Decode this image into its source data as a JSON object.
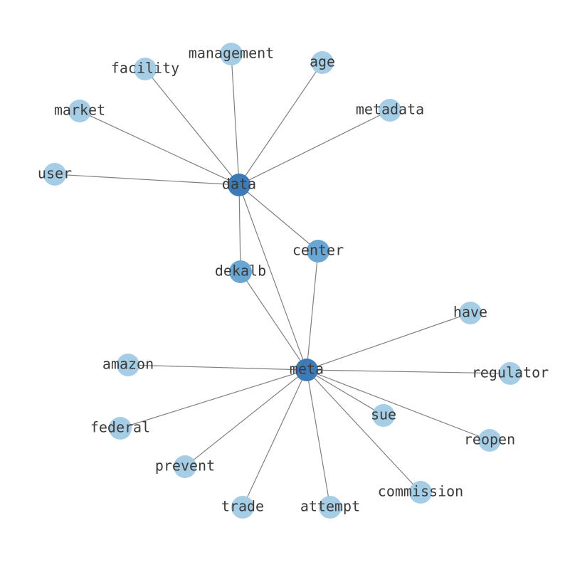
{
  "graph": {
    "colors": {
      "hub": "#3d7ab8",
      "mid": "#6aa6d3",
      "leaf": "#a6cde6",
      "edge": "#808080",
      "label": "#3a3a3a"
    },
    "nodes": [
      {
        "id": "data",
        "label": "data",
        "tier": "hub"
      },
      {
        "id": "meta",
        "label": "meta",
        "tier": "hub"
      },
      {
        "id": "center",
        "label": "center",
        "tier": "mid"
      },
      {
        "id": "dekalb",
        "label": "dekalb",
        "tier": "mid"
      },
      {
        "id": "management",
        "label": "management",
        "tier": "leaf"
      },
      {
        "id": "age",
        "label": "age",
        "tier": "leaf"
      },
      {
        "id": "facility",
        "label": "facility",
        "tier": "leaf"
      },
      {
        "id": "market",
        "label": "market",
        "tier": "leaf"
      },
      {
        "id": "metadata",
        "label": "metadata",
        "tier": "leaf"
      },
      {
        "id": "user",
        "label": "user",
        "tier": "leaf"
      },
      {
        "id": "have",
        "label": "have",
        "tier": "leaf"
      },
      {
        "id": "amazon",
        "label": "amazon",
        "tier": "leaf"
      },
      {
        "id": "regulator",
        "label": "regulator",
        "tier": "leaf"
      },
      {
        "id": "sue",
        "label": "sue",
        "tier": "leaf"
      },
      {
        "id": "federal",
        "label": "federal",
        "tier": "leaf"
      },
      {
        "id": "reopen",
        "label": "reopen",
        "tier": "leaf"
      },
      {
        "id": "prevent",
        "label": "prevent",
        "tier": "leaf"
      },
      {
        "id": "commission",
        "label": "commission",
        "tier": "leaf"
      },
      {
        "id": "trade",
        "label": "trade",
        "tier": "leaf"
      },
      {
        "id": "attempt",
        "label": "attempt",
        "tier": "leaf"
      }
    ],
    "edges": [
      [
        "data",
        "management"
      ],
      [
        "data",
        "age"
      ],
      [
        "data",
        "facility"
      ],
      [
        "data",
        "market"
      ],
      [
        "data",
        "metadata"
      ],
      [
        "data",
        "user"
      ],
      [
        "data",
        "center"
      ],
      [
        "data",
        "dekalb"
      ],
      [
        "data",
        "meta"
      ],
      [
        "meta",
        "center"
      ],
      [
        "meta",
        "dekalb"
      ],
      [
        "meta",
        "have"
      ],
      [
        "meta",
        "amazon"
      ],
      [
        "meta",
        "regulator"
      ],
      [
        "meta",
        "sue"
      ],
      [
        "meta",
        "federal"
      ],
      [
        "meta",
        "reopen"
      ],
      [
        "meta",
        "prevent"
      ],
      [
        "meta",
        "commission"
      ],
      [
        "meta",
        "trade"
      ],
      [
        "meta",
        "attempt"
      ]
    ]
  }
}
